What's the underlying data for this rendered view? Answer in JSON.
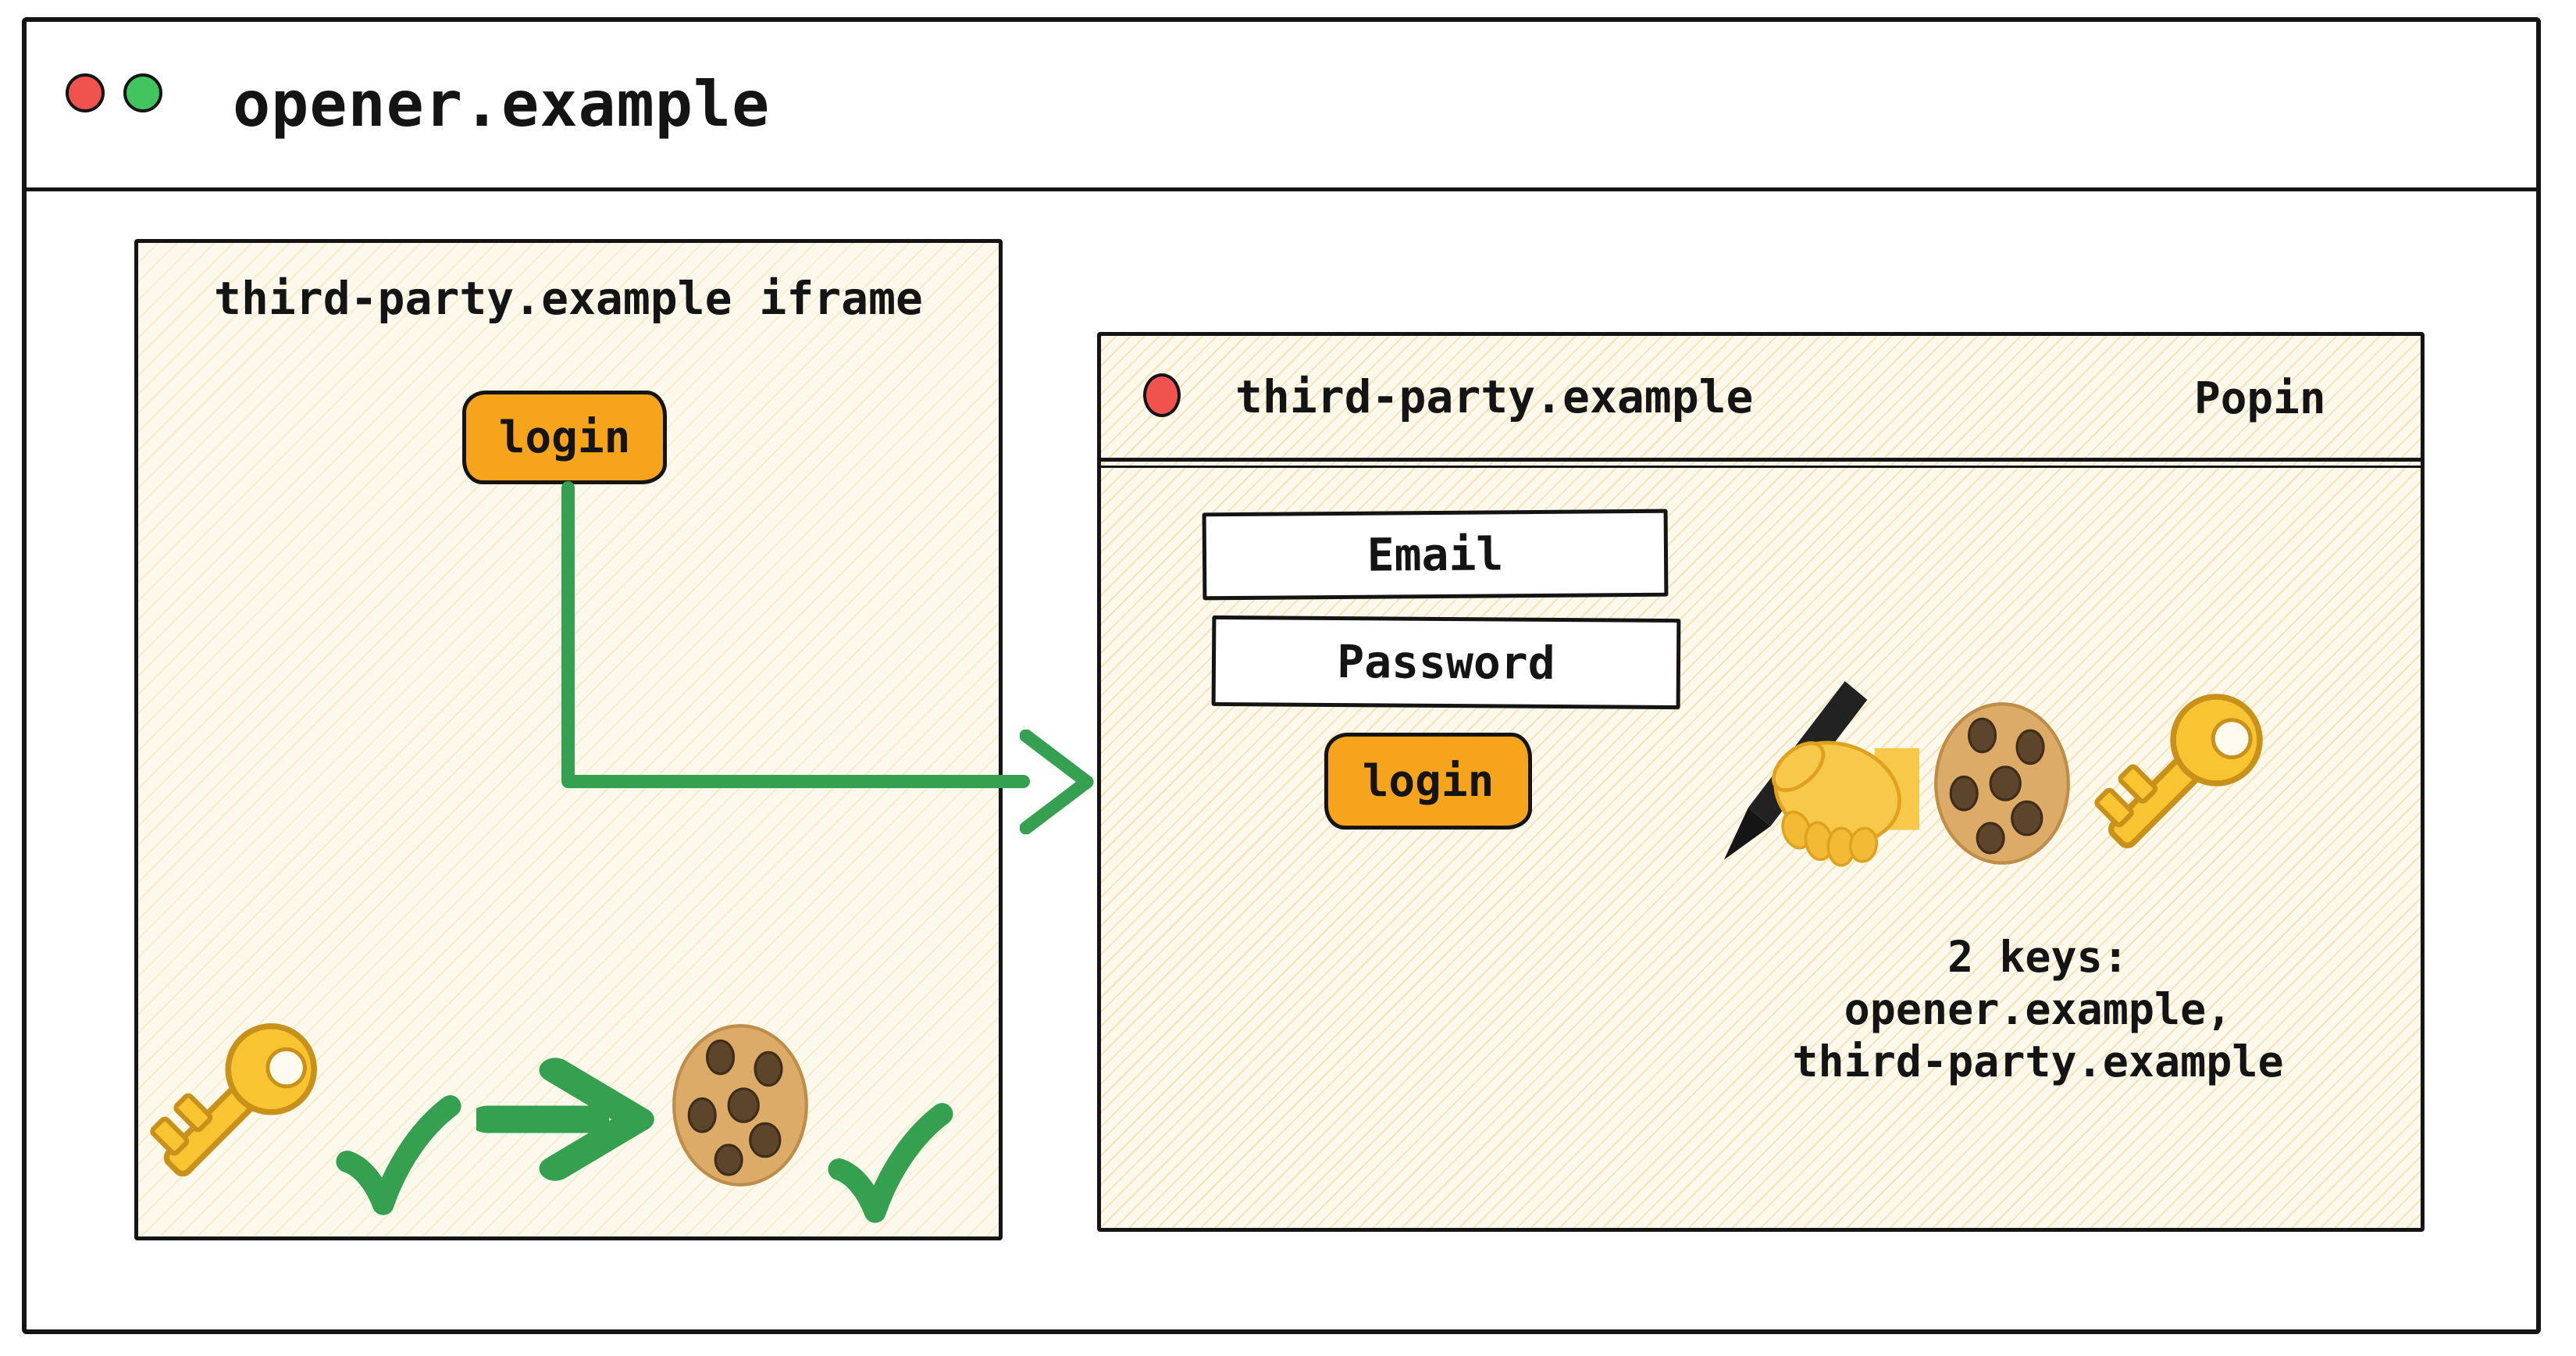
{
  "colors": {
    "ink": "#141414",
    "accent_orange": "#f7a41d",
    "accent_green": "#35a04f",
    "dot_red": "#f0524e",
    "dot_green": "#42c45f",
    "panel_cream": "#fcf8ec"
  },
  "browser_window": {
    "title": "opener.example",
    "traffic_lights": [
      "dot-red",
      "dot-green"
    ]
  },
  "iframe_panel": {
    "title": "third-party.example iframe",
    "login_button_label": "login",
    "flow_icons": [
      "key-icon",
      "checkmark-icon",
      "arrow-right-icon",
      "cookie-icon",
      "checkmark-icon"
    ]
  },
  "connector": {
    "style": "elbow-arrow",
    "from": "iframe login button",
    "to": "popin window"
  },
  "popin_window": {
    "title": "third-party.example",
    "window_label": "Popin",
    "traffic_lights": [
      "dot-red"
    ],
    "email_placeholder": "Email",
    "password_placeholder": "Password",
    "login_button_label": "login",
    "partition_icons": [
      "writing-hand-icon",
      "cookie-icon",
      "key-icon"
    ],
    "keys_note_lines": [
      "2 keys:",
      "opener.example,",
      "third-party.example"
    ]
  }
}
